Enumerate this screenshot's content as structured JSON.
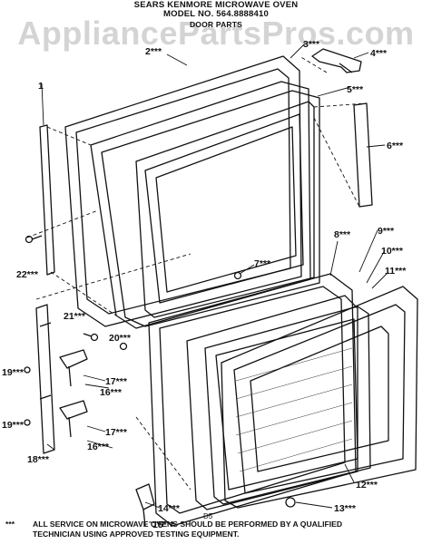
{
  "header": {
    "line1": "SEARS KENMORE MICROWAVE OVEN",
    "line2": "MODEL NO. 564.8888410",
    "line3": "DOOR PARTS"
  },
  "watermark": "AppliancePartsPros.com",
  "callouts": {
    "c1": "1",
    "c2": "2***",
    "c3": "3***",
    "c4": "4***",
    "c5": "5***",
    "c6": "6***",
    "c7": "7***",
    "c8": "8***",
    "c9": "9***",
    "c10": "10***",
    "c11": "11***",
    "c12": "12***",
    "c13": "13***",
    "c14": "14***",
    "c15": "15***",
    "c16a": "16***",
    "c16b": "16***",
    "c17a": "17***",
    "c17b": "17***",
    "c18": "18***",
    "c19a": "19***",
    "c19b": "19***",
    "c20": "20***",
    "c21": "21***",
    "c22": "22***",
    "code": "D5"
  },
  "footnote": {
    "marker": "***",
    "line1": "ALL SERVICE ON MICROWAVE OVENS SHOULD BE PERFORMED BY A QUALIFIED",
    "line2": "TECHNICIAN USING APPROVED TESTING EQUIPMENT."
  }
}
